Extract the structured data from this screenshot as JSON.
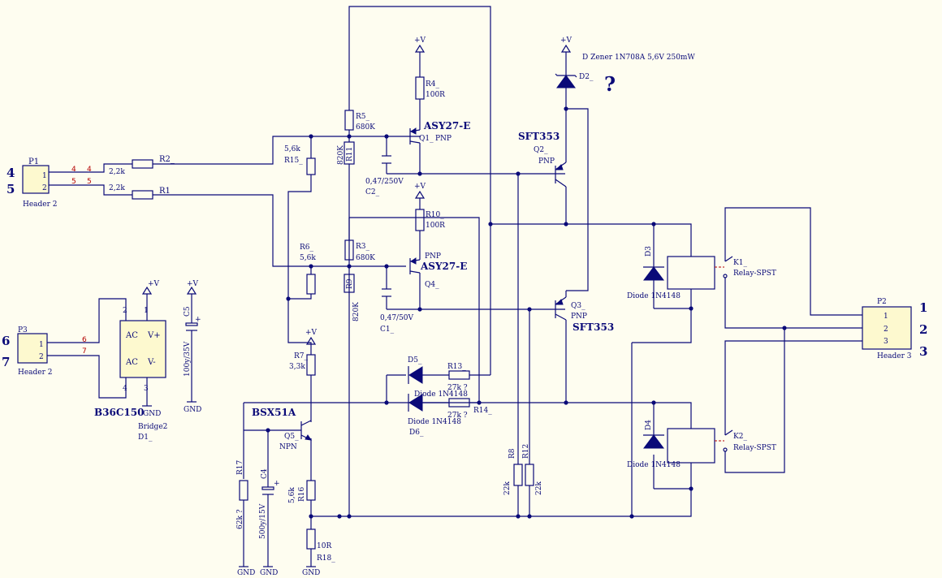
{
  "connectors": {
    "p1": {
      "ref": "P1",
      "name": "Header 2",
      "pin1": "1",
      "pin2": "2",
      "net1a": "4",
      "net1b": "4",
      "net2a": "5",
      "net2b": "5",
      "ext1": "4",
      "ext2": "5"
    },
    "p3": {
      "ref": "P3",
      "name": "Header 2",
      "pin1": "1",
      "pin2": "2",
      "net1": "6",
      "net2": "7",
      "ext1": "6",
      "ext2": "7"
    },
    "p2": {
      "ref": "P2",
      "name": "Header 3",
      "pin1": "1",
      "pin2": "2",
      "pin3": "3",
      "ext1": "1",
      "ext2": "2",
      "ext3": "3"
    }
  },
  "bridge": {
    "ref": "D1_",
    "name": "Bridge2",
    "part": "B36C150",
    "ac1": "AC",
    "ac2": "AC",
    "vplus": "V+",
    "vminus": "V-",
    "pin2": "2",
    "pin1": "1",
    "pin4": "4",
    "pin3": "3"
  },
  "power": {
    "vplus": "+V",
    "gnd": "GND"
  },
  "resistors": {
    "r1": {
      "ref": "R1_",
      "value": "2,2k"
    },
    "r2": {
      "ref": "R2_",
      "value": "2,2k"
    },
    "r3": {
      "ref": "R3_",
      "value": "680K"
    },
    "r4": {
      "ref": "R4_",
      "value": "100R"
    },
    "r5": {
      "ref": "R5_",
      "value": "680K"
    },
    "r6": {
      "ref": "R6_",
      "value": "5,6k"
    },
    "r7": {
      "ref": "R7_",
      "value": "3,3k"
    },
    "r8": {
      "ref": "R8",
      "value": "22k"
    },
    "r9": {
      "ref": "R9",
      "value": "820K"
    },
    "r10": {
      "ref": "R10_",
      "value": "100R"
    },
    "r11": {
      "ref": "R11",
      "value": "820K"
    },
    "r12": {
      "ref": "R12",
      "value": "22k"
    },
    "r13": {
      "ref": "R13_",
      "value": "27k ?"
    },
    "r14": {
      "ref": "R14_",
      "value": "27k ?"
    },
    "r15": {
      "ref": "R15_",
      "value": "5,6k"
    },
    "r16": {
      "ref": "R16",
      "value": "5,6k"
    },
    "r17": {
      "ref": "R17",
      "value": "62k ?"
    },
    "r18": {
      "ref": "R18_",
      "value": "10R"
    }
  },
  "capacitors": {
    "c1": {
      "ref": "C1_",
      "value": "0,47/50V"
    },
    "c2": {
      "ref": "C2_",
      "value": "0,47/250V"
    },
    "c4": {
      "ref": "C4",
      "value": "500y/15V"
    },
    "c5": {
      "ref": "C5",
      "value": "100y/35V"
    }
  },
  "transistors": {
    "q1": {
      "ref": "Q1_",
      "type": "PNP",
      "part": "ASY27-E"
    },
    "q2": {
      "ref": "Q2_",
      "type": "PNP",
      "part": "SFT353"
    },
    "q3": {
      "ref": "Q3_",
      "type": "PNP",
      "part": "SFT353"
    },
    "q4": {
      "ref": "Q4_",
      "type": "PNP",
      "part": "ASY27-E"
    },
    "q5": {
      "ref": "Q5_",
      "type": "NPN",
      "part": "BSX51A"
    }
  },
  "diodes": {
    "d2": {
      "ref": "D2_",
      "part": "D Zener 1N708A 5,6V 250mW",
      "mark": "?"
    },
    "d3": {
      "ref": "D3",
      "part": "Diode 1N4148"
    },
    "d4": {
      "ref": "D4",
      "part": "Diode 1N4148"
    },
    "d5": {
      "ref": "D5_",
      "part": "Diode 1N4148"
    },
    "d6": {
      "ref": "D6_",
      "part": "Diode 1N4148"
    }
  },
  "relays": {
    "k1": {
      "ref": "K1_",
      "part": "Relay-SPST"
    },
    "k2": {
      "ref": "K2_",
      "part": "Relay-SPST"
    }
  }
}
